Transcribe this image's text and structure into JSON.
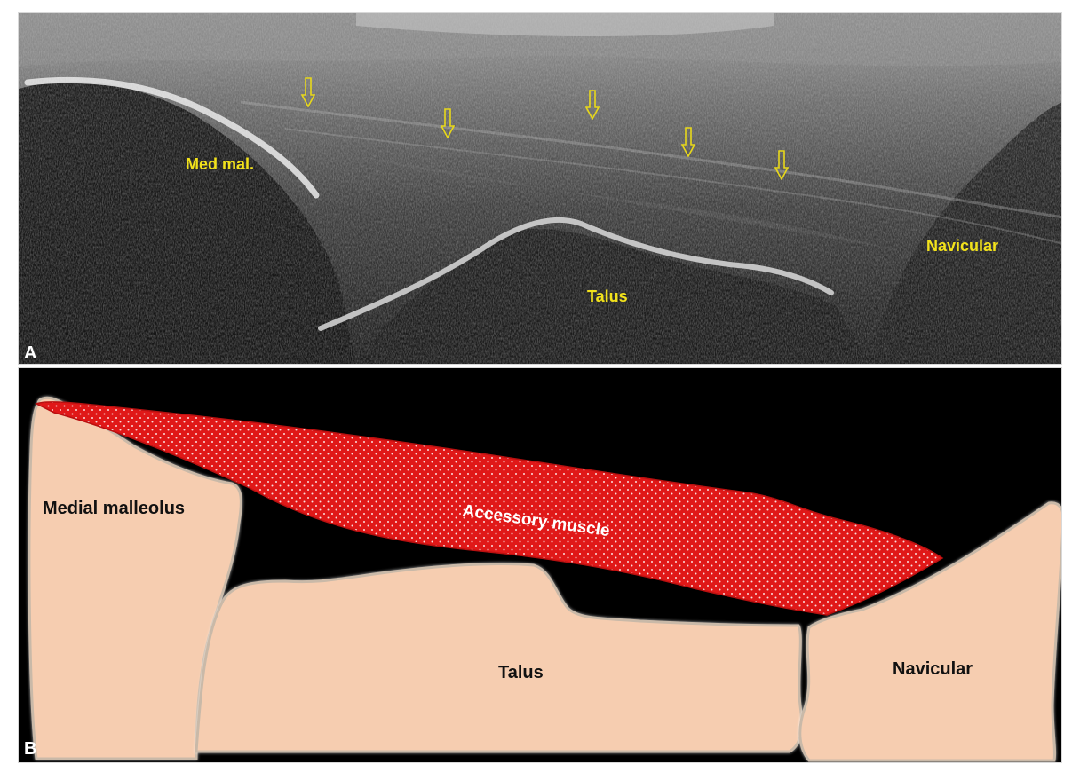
{
  "panel_a": {
    "letter": "A",
    "labels": {
      "med_mal": "Med mal.",
      "talus": "Talus",
      "navicular": "Navicular"
    },
    "arrow_color": "#e8d81a",
    "arrow_count": 5
  },
  "panel_b": {
    "letter": "B",
    "labels": {
      "medial_malleolus": "Medial malleolus",
      "talus": "Talus",
      "navicular": "Navicular",
      "accessory_muscle": "Accessory muscle"
    },
    "colors": {
      "bone": "#f6cdb0",
      "bone_outline": "#c9b9a8",
      "muscle": "#e01818",
      "background": "#000000"
    }
  }
}
